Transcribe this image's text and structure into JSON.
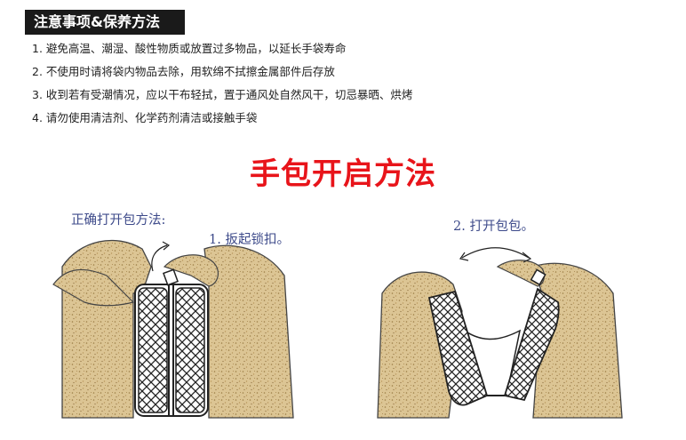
{
  "header": {
    "title": "注意事项&保养方法"
  },
  "notes": [
    "1. 避免高温、潮湿、酸性物质或放置过多物品，以延长手袋寿命",
    "2. 不使用时请将袋内物品去除，用软绵不拭擦金属部件后存放",
    "3. 收到若有受潮情况，应以干布轻拭，置于通风处自然风干，切忌暴晒、烘烤",
    "4. 请勿使用清洁剂、化学药剂清洁或接触手袋"
  ],
  "section_title": "手包开启方法",
  "illustration": {
    "left_caption": "正确打开包方法:",
    "step1_caption": "1. 扳起锁扣。",
    "step2_caption": "2. 打开包包。",
    "colors": {
      "hand_fill": "#d8c090",
      "hand_outline": "#444444",
      "caption": "#3d4a8a",
      "title_red": "#e8141a"
    },
    "icons": [
      "hand-illustration",
      "clasp-icon",
      "curved-arrow-icon",
      "double-arrow-icon"
    ]
  }
}
